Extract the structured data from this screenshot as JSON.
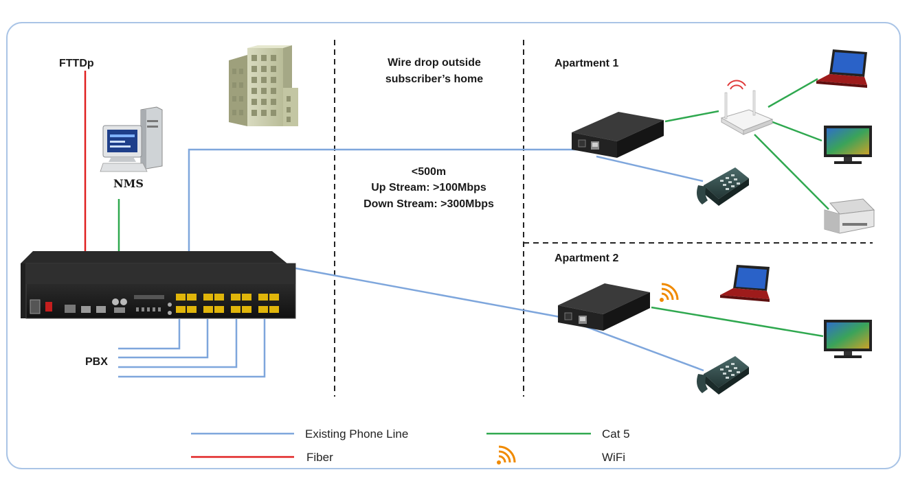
{
  "labels": {
    "fttdp": "FTTDp",
    "nms": "NMS",
    "pbx": "PBX",
    "wire_drop_line1": "Wire drop outside",
    "wire_drop_line2": "subscriber’s home",
    "apartment1": "Apartment 1",
    "apartment2": "Apartment 2",
    "spec_distance": "<500m",
    "spec_up": "Up Stream: >100Mbps",
    "spec_down": "Down Stream: >300Mbps"
  },
  "legend": {
    "phone_line": "Existing Phone Line",
    "cat5": "Cat 5",
    "fiber": "Fiber",
    "wifi": "WiFi"
  },
  "colors": {
    "phone_line": "#7ea6dc",
    "cat5": "#2fa84f",
    "fiber": "#e02020",
    "wifi": "#f08a00",
    "frame": "#a9c4e6"
  },
  "icons": [
    "building-icon",
    "computer-icon",
    "switch-icon",
    "modem-icon",
    "router-icon",
    "laptop-icon",
    "monitor-icon",
    "printer-icon",
    "telephone-icon",
    "wifi-icon"
  ]
}
